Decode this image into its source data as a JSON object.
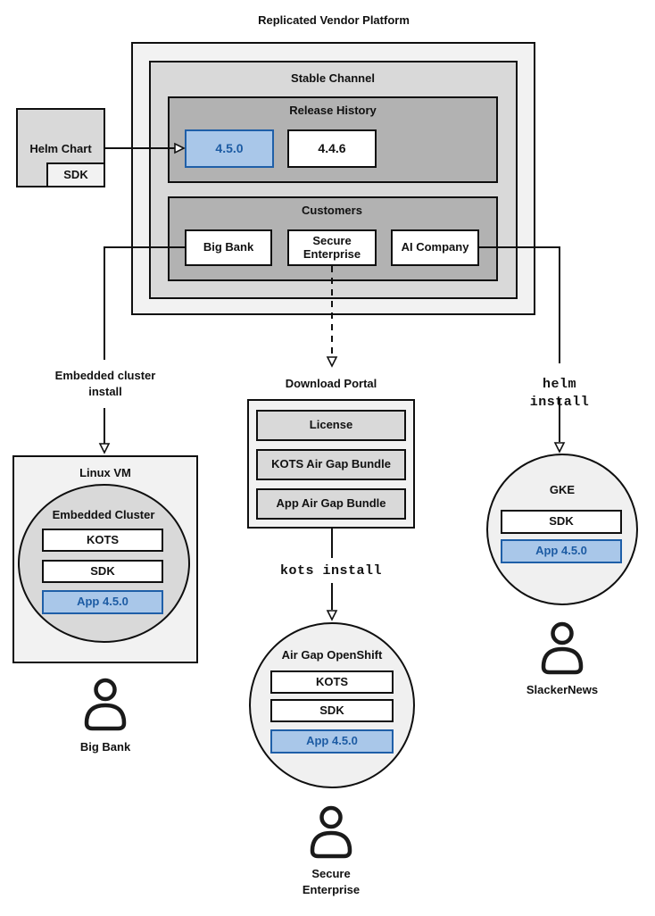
{
  "colors": {
    "highlight_fill": "#a9c7e9",
    "highlight_border": "#1f5fa8",
    "highlight_text": "#1c5ba3",
    "fill_light": "#f2f2f2",
    "fill_mid": "#d9d9d9",
    "fill_dark": "#b2b2b2",
    "fill_circle": "#f0f0f0",
    "line": "#111111"
  },
  "title": "Replicated Vendor Platform",
  "platform": {
    "stable_channel": "Stable Channel",
    "release_history": {
      "title": "Release History",
      "current_release": "4.5.0",
      "previous_release": "4.4.6"
    },
    "customers": {
      "title": "Customers",
      "big_bank": "Big Bank",
      "secure_enterprise": "Secure Enterprise",
      "ai_company": "AI Company"
    }
  },
  "helm_chart": {
    "label": "Helm Chart",
    "sdk": "SDK"
  },
  "left_flow": {
    "install_method": "Embedded cluster\ninstall",
    "vm_title": "Linux VM",
    "cluster_title": "Embedded Cluster",
    "kots": "KOTS",
    "sdk": "SDK",
    "app": "App 4.5.0",
    "user": "Big Bank"
  },
  "middle_flow": {
    "portal": {
      "title": "Download Portal",
      "license": "License",
      "kots_bundle": "KOTS Air Gap Bundle",
      "app_bundle": "App Air Gap Bundle"
    },
    "install_method": "kots install",
    "cluster_title": "Air Gap OpenShift",
    "kots": "KOTS",
    "sdk": "SDK",
    "app": "App 4.5.0",
    "user": "Secure\nEnterprise"
  },
  "right_flow": {
    "install_method": "helm install",
    "cluster_title": "GKE",
    "sdk": "SDK",
    "app": "App 4.5.0",
    "user": "SlackerNews"
  }
}
